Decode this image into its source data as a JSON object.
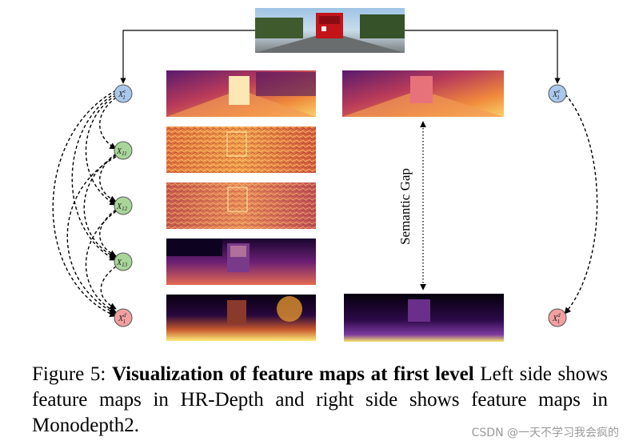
{
  "figure": {
    "gap_label": "Semantic Gap",
    "nodes_left": [
      {
        "base": "X",
        "sub": "1",
        "sup": "e",
        "color": "blue"
      },
      {
        "base": "X",
        "sub": "11",
        "sup": "",
        "color": "green"
      },
      {
        "base": "X",
        "sub": "12",
        "sup": "",
        "color": "green"
      },
      {
        "base": "X",
        "sub": "13",
        "sup": "",
        "color": "green"
      },
      {
        "base": "X",
        "sub": "1",
        "sup": "d",
        "color": "red"
      }
    ],
    "nodes_right": [
      {
        "base": "X",
        "sub": "1",
        "sup": "e",
        "color": "blue"
      },
      {
        "base": "X",
        "sub": "1",
        "sup": "d",
        "color": "red"
      }
    ],
    "colors": {
      "blue": "#a9c8ec",
      "green": "#a8d69a",
      "red": "#f3a0a0",
      "stroke": "#555555"
    }
  },
  "caption": {
    "prefix": "Figure 5: ",
    "bold": "Visualization of feature maps at first level",
    "rest": " Left side shows feature maps in HR-Depth and right side shows feature maps in Monodepth2."
  },
  "watermark": "CSDN @一天不学习我会疯的"
}
